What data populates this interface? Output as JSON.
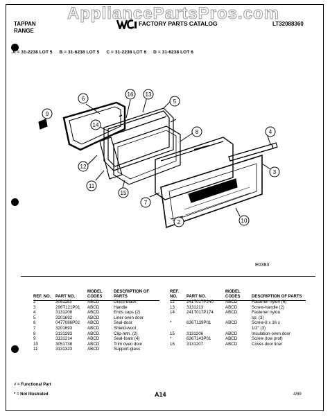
{
  "watermark": "AppliancePartsPros.com",
  "header": {
    "brand_line1": "TAPPAN",
    "brand_line2": "RANGE",
    "catalog_title": "FACTORY PARTS CATALOG",
    "doc_number": "LT32088360"
  },
  "models": [
    "A = 31-2238 LOT 5",
    "B = 31-6238 LOT 5",
    "C = 31-2238 LOT 6",
    "D = 31-6238 LOT 6"
  ],
  "diagram": {
    "callouts": [
      "6",
      "16",
      "13",
      "5",
      "9",
      "14",
      "8",
      "4",
      "12",
      "11",
      "15",
      "7",
      "3",
      "2",
      "10"
    ],
    "code": "E0383"
  },
  "table_headers": {
    "ref": "REF. NO.",
    "part": "PART NO.",
    "model": "MODEL CODES",
    "desc": "DESCRIPTION OF PARTS"
  },
  "parts_left": [
    {
      "ref": "2",
      "part": "3051153",
      "model": "ABCD",
      "desc": "Glass-black"
    },
    {
      "ref": "3",
      "part": "296T121P01",
      "model": "ABCD",
      "desc": "Handle"
    },
    {
      "ref": "4",
      "part": "3131208",
      "model": "ABCD",
      "desc": "Ends caps (2)"
    },
    {
      "ref": "5",
      "part": "3201692",
      "model": "ABCD",
      "desc": "Liner oven door"
    },
    {
      "ref": "6",
      "part": "0477086P02",
      "model": "ABCD",
      "desc": "Seal-door"
    },
    {
      "ref": "7",
      "part": "3201693",
      "model": "ABCD",
      "desc": "Shield-wool"
    },
    {
      "ref": "8",
      "part": "3131283",
      "model": "ABCD",
      "desc": "Clip-retn. (2)"
    },
    {
      "ref": "9",
      "part": "3131214",
      "model": "ABCD",
      "desc": "Seal-foam (4)"
    },
    {
      "ref": "10",
      "part": "3051738",
      "model": "ABCD",
      "desc": "Trim oven door"
    },
    {
      "ref": "11",
      "part": "3131323",
      "model": "ABCD",
      "desc": "Support-glass"
    }
  ],
  "parts_right": [
    {
      "ref": "12",
      "part": "241T017P240",
      "model": "ABCD",
      "desc": "Fastener nylon (6)"
    },
    {
      "ref": "13",
      "part": "3131213",
      "model": "ABCD",
      "desc": "Screw-handle (2)"
    },
    {
      "ref": "14",
      "part": "241T017P174",
      "model": "ABCD",
      "desc": "Fastener nylon"
    },
    {
      "ref": "",
      "part": "",
      "model": "",
      "desc": "sp. (3)"
    },
    {
      "ref": "*",
      "part": "636T139P01",
      "model": "ABCD",
      "desc": "Screw-8 x 16 x"
    },
    {
      "ref": "",
      "part": "",
      "model": "",
      "desc": "1/2\" (3)"
    },
    {
      "ref": "15",
      "part": "3131206",
      "model": "ABCD",
      "desc": "Insulation-oven door"
    },
    {
      "ref": "*",
      "part": "636T143P01",
      "model": "ABCD",
      "desc": "Screw (low prof)"
    },
    {
      "ref": "16",
      "part": "3131207",
      "model": "ABCD",
      "desc": "Cover-door liner"
    }
  ],
  "footer": {
    "functional": "√ = Functional Part",
    "not_illustrated": "* = Not Illustrated",
    "page": "A14",
    "date": "4/89"
  }
}
